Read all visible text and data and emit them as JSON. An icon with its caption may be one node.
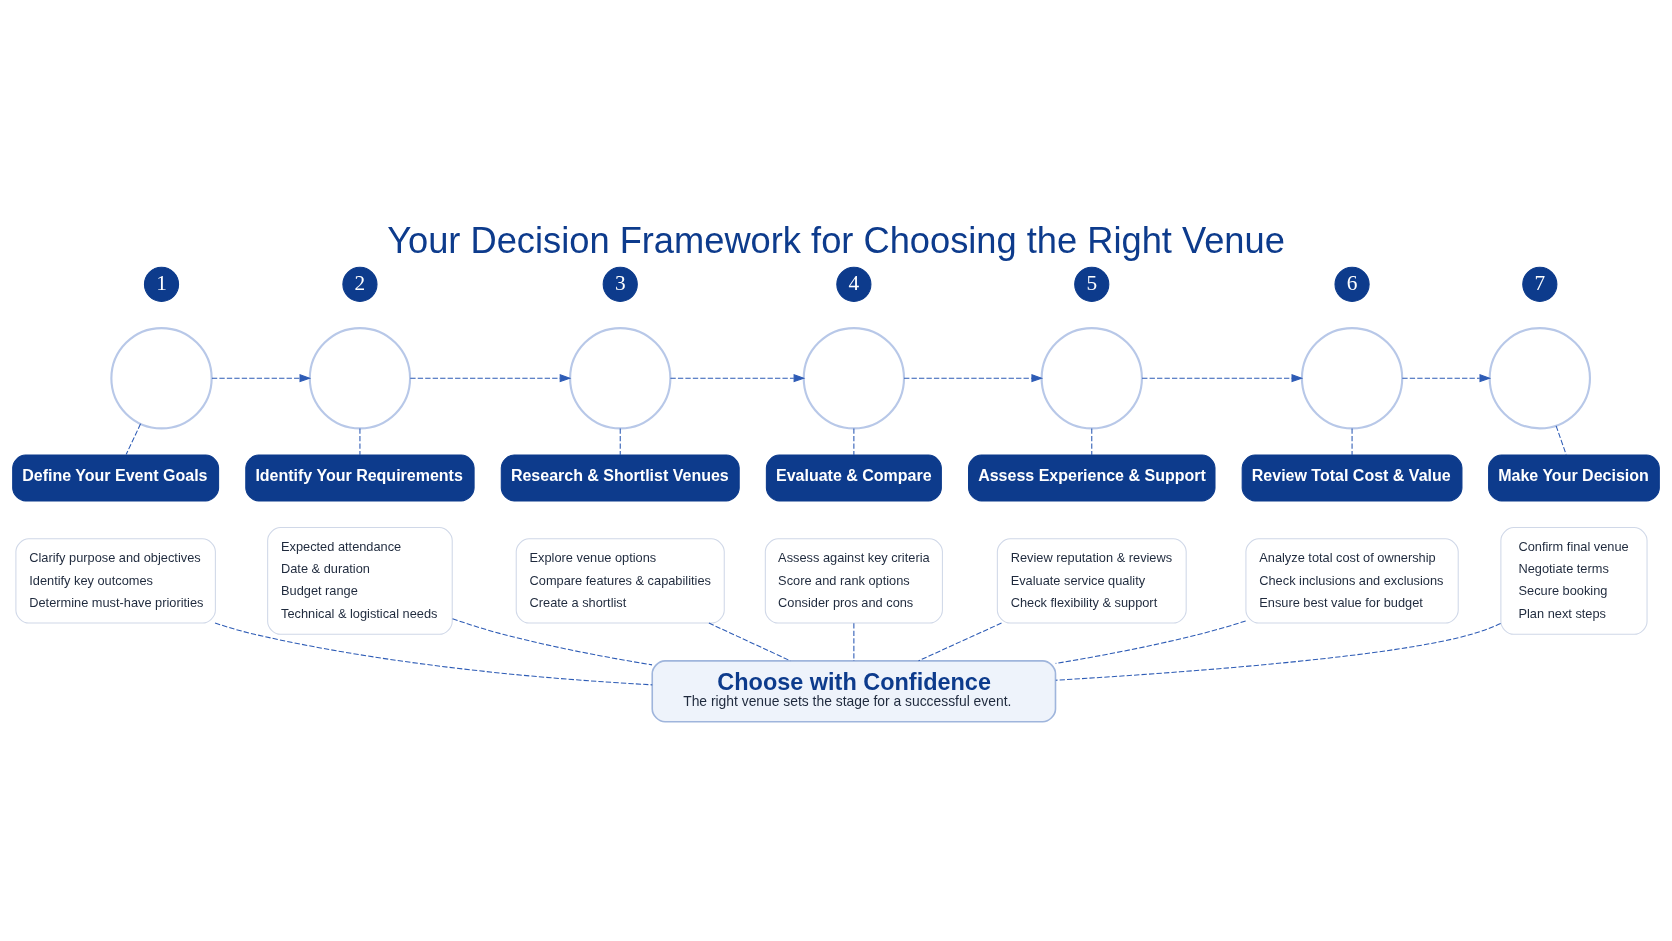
{
  "diagram": {
    "title": "Your Decision Framework for Choosing the Right Venue",
    "nodes": [
      {
        "text": [
          "1"
        ]
      },
      {
        "text": [],
        "shape": "circle"
      },
      {
        "text": [
          "Define Your Event Goals"
        ]
      },
      {
        "text": [
          "Clarify purpose and objectives",
          "Identify key outcomes",
          "Determine must-have priorities"
        ]
      },
      {
        "text": [
          "2"
        ]
      },
      {
        "text": [],
        "shape": "circle"
      },
      {
        "text": [
          "Identify Your Requirements"
        ]
      },
      {
        "text": [
          "Expected attendance",
          "Date & duration",
          "Budget range",
          "Technical & logistical needs"
        ]
      },
      {
        "text": [
          "3"
        ]
      },
      {
        "text": [],
        "shape": "circle"
      },
      {
        "text": [
          "Research & Shortlist Venues"
        ]
      },
      {
        "text": [
          "Explore venue options",
          "Compare features & capabilities",
          "Create a shortlist"
        ]
      },
      {
        "text": [
          "4"
        ]
      },
      {
        "text": [],
        "shape": "circle"
      },
      {
        "text": [
          "Evaluate & Compare"
        ]
      },
      {
        "text": [
          "Assess against key criteria",
          "Score and rank options",
          "Consider pros and cons"
        ]
      },
      {
        "text": [
          "5"
        ]
      },
      {
        "text": [],
        "shape": "circle"
      },
      {
        "text": [
          "Assess Experience & Support"
        ]
      },
      {
        "text": [
          "Review reputation & reviews",
          "Evaluate service quality",
          "Check flexibility & support"
        ]
      },
      {
        "text": [
          "6"
        ]
      },
      {
        "text": [],
        "shape": "circle"
      },
      {
        "text": [
          "Review Total Cost & Value"
        ]
      },
      {
        "text": [
          "Analyze total cost of ownership",
          "Check inclusions and exclusions",
          "Ensure best value for budget"
        ]
      },
      {
        "text": [
          "7"
        ]
      },
      {
        "text": [],
        "shape": "circle"
      },
      {
        "text": [
          "Make Your Decision"
        ]
      },
      {
        "text": [
          "Confirm final venue",
          "Negotiate terms",
          "Secure booking",
          "Plan next steps"
        ]
      },
      {
        "text": [
          "Choose with Confidence",
          "The right venue sets the stage for a successful event."
        ]
      }
    ],
    "edges": [
      {
        "from": 1,
        "to": 5,
        "arrow": "to",
        "style": "dashed"
      },
      {
        "from": 5,
        "to": 9,
        "arrow": "to",
        "style": "dashed"
      },
      {
        "from": 9,
        "to": 13,
        "arrow": "to",
        "style": "dashed"
      },
      {
        "from": 13,
        "to": 17,
        "arrow": "to",
        "style": "dashed"
      },
      {
        "from": 17,
        "to": 21,
        "arrow": "to",
        "style": "dashed"
      },
      {
        "from": 21,
        "to": 25,
        "arrow": "to",
        "style": "dashed"
      },
      {
        "from": 1,
        "to": 2,
        "arrow": "none",
        "style": "dashed"
      },
      {
        "from": 5,
        "to": 6,
        "arrow": "none",
        "style": "dashed"
      },
      {
        "from": 9,
        "to": 10,
        "arrow": "none",
        "style": "dashed"
      },
      {
        "from": 13,
        "to": 14,
        "arrow": "none",
        "style": "dashed"
      },
      {
        "from": 17,
        "to": 18,
        "arrow": "none",
        "style": "dashed"
      },
      {
        "from": 21,
        "to": 22,
        "arrow": "none",
        "style": "dashed"
      },
      {
        "from": 25,
        "to": 26,
        "arrow": "none",
        "style": "dashed"
      },
      {
        "from": 3,
        "to": 28,
        "arrow": "none",
        "style": "dashed"
      },
      {
        "from": 7,
        "to": 28,
        "arrow": "none",
        "style": "dashed"
      },
      {
        "from": 11,
        "to": 28,
        "arrow": "none",
        "style": "dashed"
      },
      {
        "from": 15,
        "to": 28,
        "arrow": "none",
        "style": "dashed"
      },
      {
        "from": 19,
        "to": 28,
        "arrow": "none",
        "style": "dashed"
      },
      {
        "from": 23,
        "to": 28,
        "arrow": "none",
        "style": "dashed"
      },
      {
        "from": 27,
        "to": 28,
        "arrow": "none",
        "style": "dashed"
      }
    ]
  }
}
